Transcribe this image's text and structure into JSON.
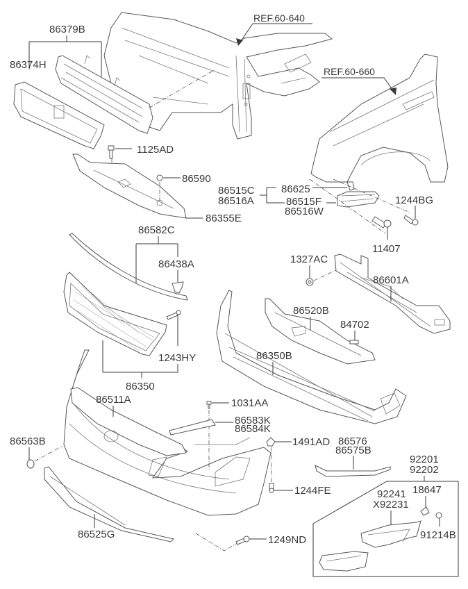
{
  "diagram": {
    "title": "Front bumper and grille assembly parts diagram",
    "references": [
      {
        "id": "ref-60-640",
        "text": "REF.60-640"
      },
      {
        "id": "ref-60-660",
        "text": "REF.60-660"
      }
    ],
    "labels": {
      "p86379B": "86379B",
      "p86374H": "86374H",
      "p1125AD": "1125AD",
      "p86590": "86590",
      "p86355E": "86355E",
      "p86515C": "86515C",
      "p86516A": "86516A",
      "p86625": "86625",
      "p86515F": "86515F",
      "p86516W": "86516W",
      "p1244BG": "1244BG",
      "p11407": "11407",
      "p86582C": "86582C",
      "p86438A": "86438A",
      "p1243HY": "1243HY",
      "p86350": "86350",
      "p1327AC": "1327AC",
      "p86601A": "86601A",
      "p86520B": "86520B",
      "p84702": "84702",
      "p86350B": "86350B",
      "p86511A": "86511A",
      "p1031AA": "1031AA",
      "p86583K": "86583K",
      "p86584K": "86584K",
      "p86563B": "86563B",
      "p1491AD": "1491AD",
      "p86576": "86576",
      "p86575B": "86575B",
      "p92201": "92201",
      "p92202": "92202",
      "p92241": "92241",
      "pX92231": "X92231",
      "p18647": "18647",
      "p91214B": "91214B",
      "p1244FE": "1244FE",
      "p86525G": "86525G",
      "p1249ND": "1249ND"
    }
  }
}
